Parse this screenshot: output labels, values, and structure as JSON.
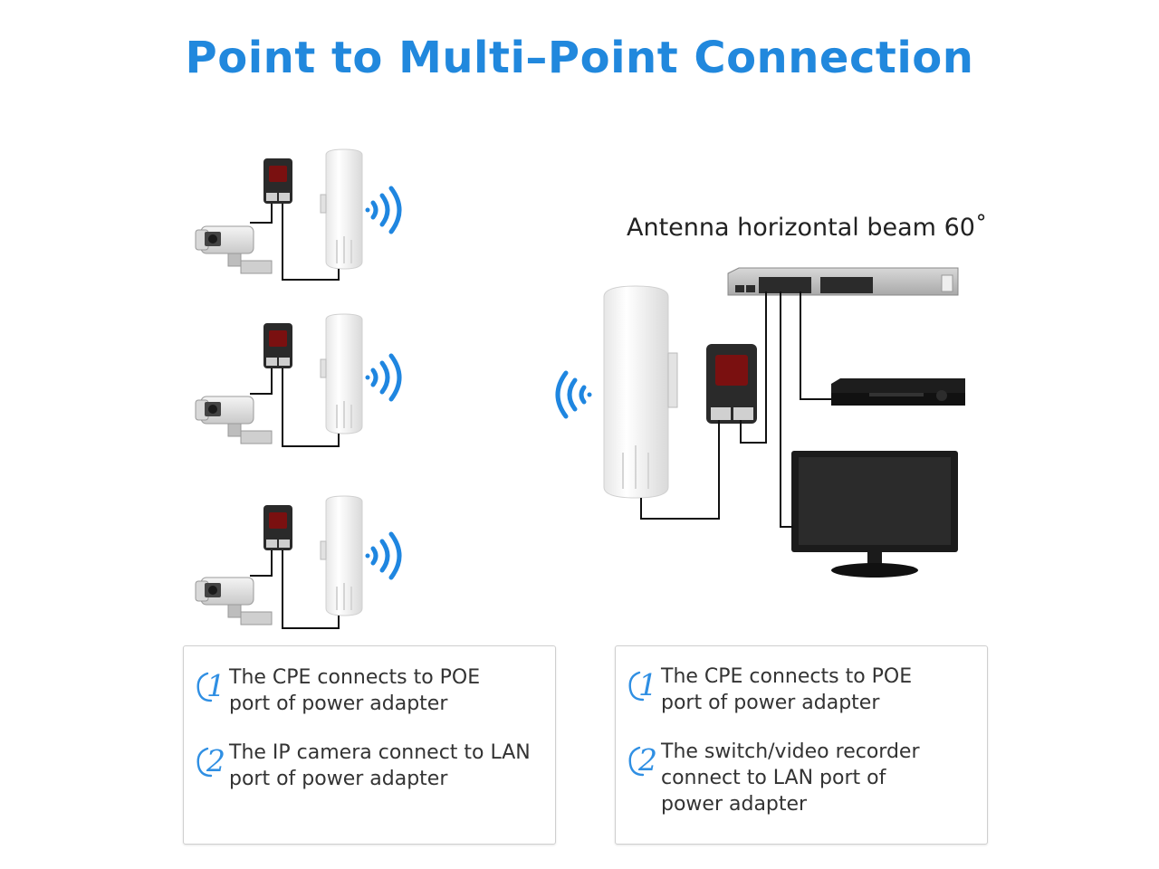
{
  "title": "Point to Multi–Point Connection",
  "beam_label": "Antenna horizontal beam 60˚",
  "colors": {
    "accent": "#2188dd",
    "wifi": "#1f86e0"
  },
  "left_card": {
    "steps": [
      {
        "num": "1",
        "text": [
          "The CPE connects to POE",
          "port of power adapter"
        ]
      },
      {
        "num": "2",
        "text": [
          "The IP camera connect to LAN",
          "port of power adapter"
        ]
      }
    ]
  },
  "right_card": {
    "steps": [
      {
        "num": "1",
        "text": [
          "The CPE connects to POE",
          "port of power adapter"
        ]
      },
      {
        "num": "2",
        "text": [
          "The switch/video recorder",
          "connect to LAN port of",
          "power adapter"
        ]
      }
    ]
  },
  "icons": [
    "ip-camera-icon",
    "poe-adapter-icon",
    "cpe-antenna-icon",
    "wifi-signal-icon",
    "network-switch-icon",
    "video-recorder-icon",
    "monitor-icon"
  ]
}
